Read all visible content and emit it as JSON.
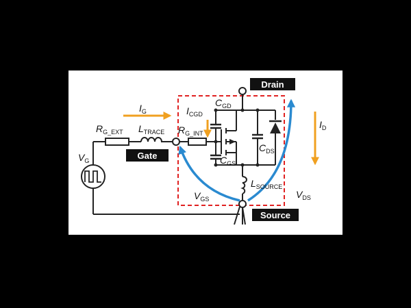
{
  "labels": {
    "ig_main": "I",
    "ig_sub": "G",
    "rgext_main": "R",
    "rgext_sub": "G_EXT",
    "ltrace_main": "L",
    "ltrace_sub": "TRACE",
    "rgint_main": "R",
    "rgint_sub": "G_INT",
    "icgd_main": "I",
    "icgd_sub": "CGD",
    "cgd_main": "C",
    "cgd_sub": "GD",
    "cgs_main": "C",
    "cgs_sub": "GS",
    "cds_main": "C",
    "cds_sub": "DS",
    "lsource_main": "L",
    "lsource_sub": "SOURCE",
    "vg_main": "V",
    "vg_sub": "G",
    "vgs_main": "V",
    "vgs_sub": "GS",
    "vds_main": "V",
    "vds_sub": "DS",
    "id_main": "I",
    "id_sub": "D"
  },
  "tags": {
    "drain": "Drain",
    "gate": "Gate",
    "source": "Source"
  },
  "colors": {
    "background": "#000000",
    "panel": "#ffffff",
    "wire": "#222222",
    "current_arrow": "#f0a020",
    "voltage_arrow": "#2a8ad0",
    "package_outline": "#e02020",
    "tag_bg": "#111111",
    "tag_text": "#ffffff"
  }
}
